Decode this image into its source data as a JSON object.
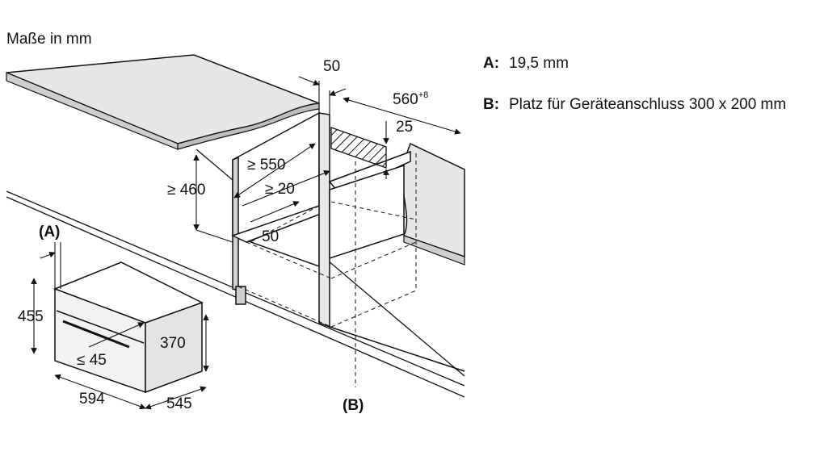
{
  "title": "Maße in mm",
  "dimensions": {
    "d50_top": "50",
    "d560": "560",
    "d560_sup": "+8",
    "d25": "25",
    "d550": "≥ 550",
    "d460": "≥ 460",
    "d20": "≥ 20",
    "d50_mid": "50",
    "d455": "455",
    "d370": "370",
    "d45": "≤ 45",
    "d594": "594",
    "d545": "545"
  },
  "callouts": {
    "A": "(A)",
    "B": "(B)"
  },
  "legend": [
    {
      "key": "A:",
      "text": "19,5 mm"
    },
    {
      "key": "B:",
      "text": "Platz für Geräteanschluss 300 x 200 mm"
    }
  ]
}
